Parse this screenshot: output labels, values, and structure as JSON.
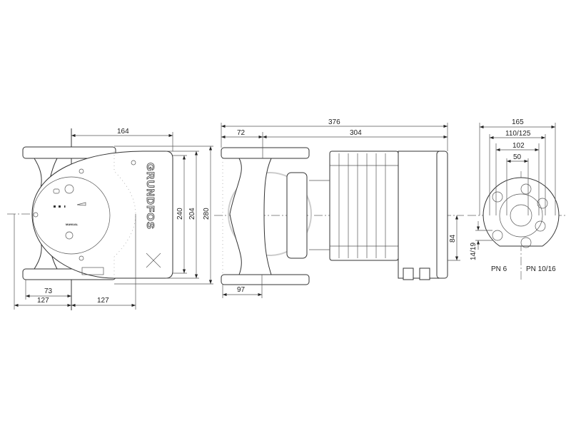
{
  "brand_logo": "GRUNDFOS",
  "panel_label": "MANUAL",
  "side_view": {
    "dims": {
      "width_to_center": "164",
      "height_240": "240",
      "height_204": "204",
      "height_280": "280",
      "offset_73": "73",
      "half_left": "127",
      "half_right": "127"
    }
  },
  "front_view": {
    "dims": {
      "total_length": "376",
      "flange_offset": "72",
      "motor_length": "304",
      "axis_height": "84",
      "foot_offset": "97"
    }
  },
  "flange_view": {
    "dims": {
      "outer": "165",
      "bolt_circle": "110/125",
      "raised_face": "102",
      "bore": "50",
      "holes": "14/19"
    },
    "pressure_left": "PN 6",
    "pressure_right": "PN 10/16"
  }
}
